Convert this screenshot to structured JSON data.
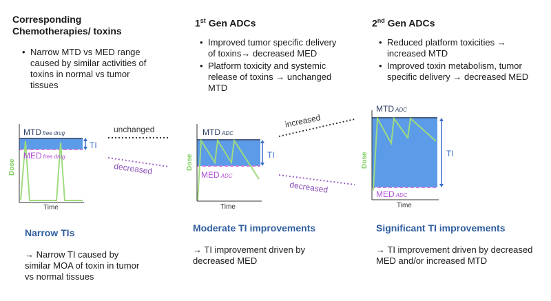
{
  "columns": [
    {
      "title": "Corresponding Chemotherapies/ toxins",
      "title_line1": "Corresponding",
      "title_line2": "Chemotherapies/ toxins",
      "bullets": [
        "Narrow MTD vs MED range caused by similar activities of toxins in normal vs tumor tissues"
      ],
      "mtd_label": "MTD",
      "mtd_sub": "free drug",
      "med_label": "MED",
      "med_sub": "free drug",
      "ti_label": "TI",
      "dose_label": "Dose",
      "time_label": "Time",
      "subhead": "Narrow TIs",
      "footer": "→ Narrow TI caused by similar MOA of toxin in tumor vs normal tissues"
    },
    {
      "title_prefix": "1",
      "title_sup": "st",
      "title_suffix": " Gen ADCs",
      "bullets": [
        "Improved tumor specific delivery of toxins→ decreased MED",
        "Platform toxicity and systemic release of toxins → unchanged MTD"
      ],
      "mtd_label": "MTD",
      "mtd_sub": "ADC",
      "med_label": "MED",
      "med_sub": "ADC",
      "ti_label": "TI",
      "dose_label": "Dose",
      "time_label": "Time",
      "subhead": "Moderate TI improvements",
      "footer": "→ TI improvement driven by decreased MED"
    },
    {
      "title_prefix": "2",
      "title_sup": "nd",
      "title_suffix": " Gen ADCs",
      "bullets": [
        "Reduced platform toxicities → increased MTD",
        "Improved toxin metabolism, tumor specific delivery → decreased MED"
      ],
      "mtd_label": "MTD",
      "mtd_sub": "ADC",
      "med_label": "MED",
      "med_sub": "ADC",
      "ti_label": "TI",
      "dose_label": "Dose",
      "time_label": "Time",
      "subhead": "Significant TI improvements",
      "footer": "→ TI improvement driven by decreased MED and/or increased MTD"
    }
  ],
  "connectors": {
    "unchanged": "unchanged",
    "decreased_1": "decreased",
    "increased": "increased",
    "decreased_2": "decreased"
  },
  "colors": {
    "band": "#5b9be8",
    "mtd_line": "#4a5f85",
    "med_line": "#c77ee0",
    "curve": "#9edb7e",
    "arrow": "#3b6fc9",
    "subhead": "#2f5d9e",
    "decreased": "#9b5fc9"
  }
}
